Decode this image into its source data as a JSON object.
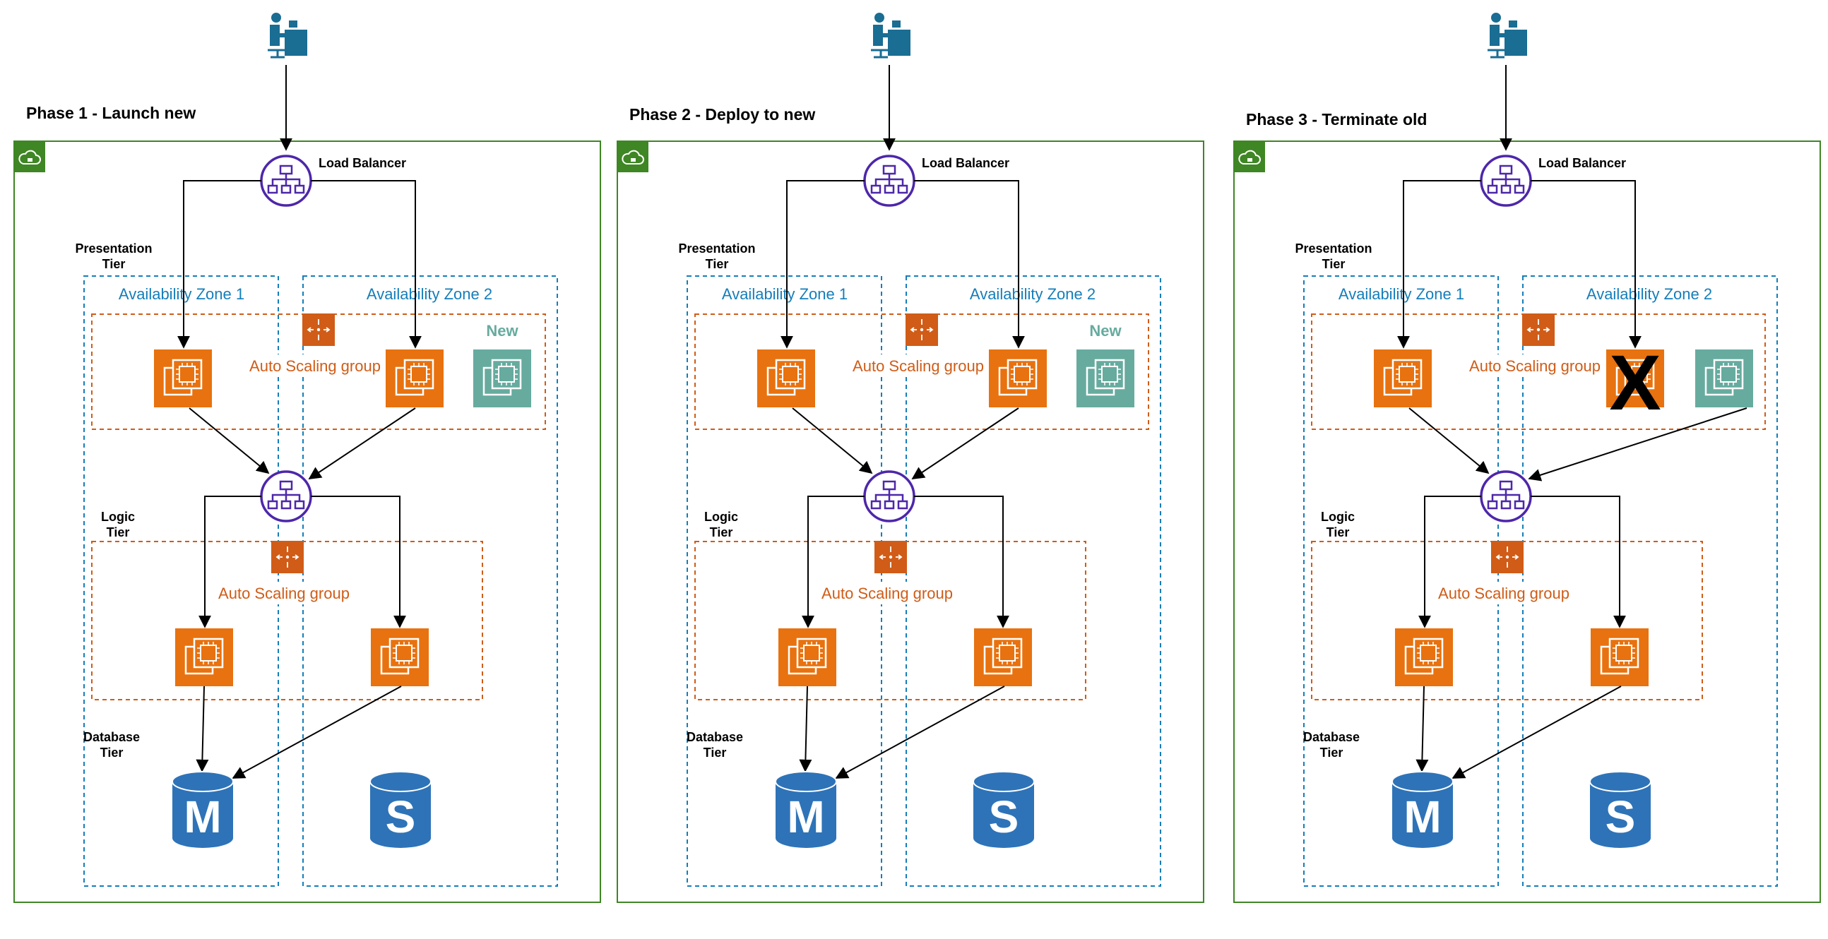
{
  "phases": [
    {
      "title": "Phase 1 - Launch new",
      "load_balancer_label": "Load Balancer",
      "tiers": {
        "presentation": [
          "Presentation",
          "Tier"
        ],
        "logic": [
          "Logic",
          "Tier"
        ],
        "database": [
          "Database",
          "Tier"
        ]
      },
      "availability_zones": [
        "Availability Zone 1",
        "Availability Zone 2"
      ],
      "asg_labels": {
        "presentation": "Auto Scaling group",
        "logic": "Auto Scaling group"
      },
      "new_label": "New",
      "old_instance_terminated": false,
      "databases": [
        "M",
        "S"
      ]
    },
    {
      "title": "Phase 2 - Deploy to new",
      "load_balancer_label": "Load Balancer",
      "tiers": {
        "presentation": [
          "Presentation",
          "Tier"
        ],
        "logic": [
          "Logic",
          "Tier"
        ],
        "database": [
          "Database",
          "Tier"
        ]
      },
      "availability_zones": [
        "Availability Zone 1",
        "Availability Zone 2"
      ],
      "asg_labels": {
        "presentation": "Auto Scaling group",
        "logic": "Auto Scaling group"
      },
      "new_label": "New",
      "old_instance_terminated": false,
      "databases": [
        "M",
        "S"
      ]
    },
    {
      "title": "Phase 3 - Terminate old",
      "load_balancer_label": "Load Balancer",
      "tiers": {
        "presentation": [
          "Presentation",
          "Tier"
        ],
        "logic": [
          "Logic",
          "Tier"
        ],
        "database": [
          "Database",
          "Tier"
        ]
      },
      "availability_zones": [
        "Availability Zone 1",
        "Availability Zone 2"
      ],
      "asg_labels": {
        "presentation": "Auto Scaling group",
        "logic": "Auto Scaling group"
      },
      "new_label": "",
      "terminated_mark": "X",
      "old_instance_terminated": true,
      "databases": [
        "M",
        "S"
      ]
    }
  ],
  "colors": {
    "vpc_border": "#3F8624",
    "availability_zone": "#147EBA",
    "auto_scaling": "#D05C17",
    "ec2_instance": "#E8720F",
    "new_instance": "#67AB9F",
    "load_balancer": "#4D27AA",
    "database": "#2E73B8",
    "user_icon": "#1A6D93"
  },
  "icons": [
    "user-desktop-icon",
    "vpc-cloud-icon",
    "load-balancer-icon",
    "ec2-instance-icon",
    "auto-scaling-icon",
    "database-icon"
  ]
}
